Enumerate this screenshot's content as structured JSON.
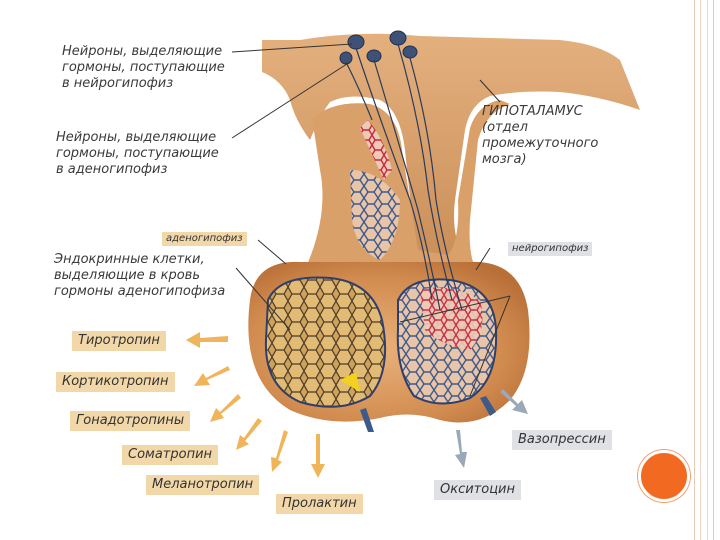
{
  "labels": {
    "neurons_neuro_l1": "Нейроны, выделяющие",
    "neurons_neuro_l2": "гормоны, поступающие",
    "neurons_neuro_l3": "в нейрогипофиз",
    "neurons_adeno_l1": "Нейроны, выделяющие",
    "neurons_adeno_l2": "гормоны, поступающие",
    "neurons_adeno_l3": "в аденогипофиз",
    "hypothalamus_l1": "ГИПОТАЛАМУС",
    "hypothalamus_l2": "(отдел",
    "hypothalamus_l3": "промежуточного",
    "hypothalamus_l4": "мозга)",
    "adenohypophysis": "аденогипофиз",
    "neurohypophysis": "нейрогипофиз",
    "endocrine_l1": "Эндокринные клетки,",
    "endocrine_l2": "выделяющие в кровь",
    "endocrine_l3": "гормоны аденогипофиза"
  },
  "hormones_adeno": [
    "Тиротропин",
    "Кортикотропин",
    "Гонадотропины",
    "Соматропин",
    "Меланотропин",
    "Пролактин"
  ],
  "hormones_neuro": [
    "Вазопрессин",
    "Окситоцин"
  ],
  "colors": {
    "accent_dot": "#f26a22",
    "adeno_label_bg": "#f2d8a8",
    "neuro_label_bg": "#dfe1e4",
    "adeno_arrow": "#f0b45a",
    "neuro_arrow": "#9aa8b8"
  }
}
